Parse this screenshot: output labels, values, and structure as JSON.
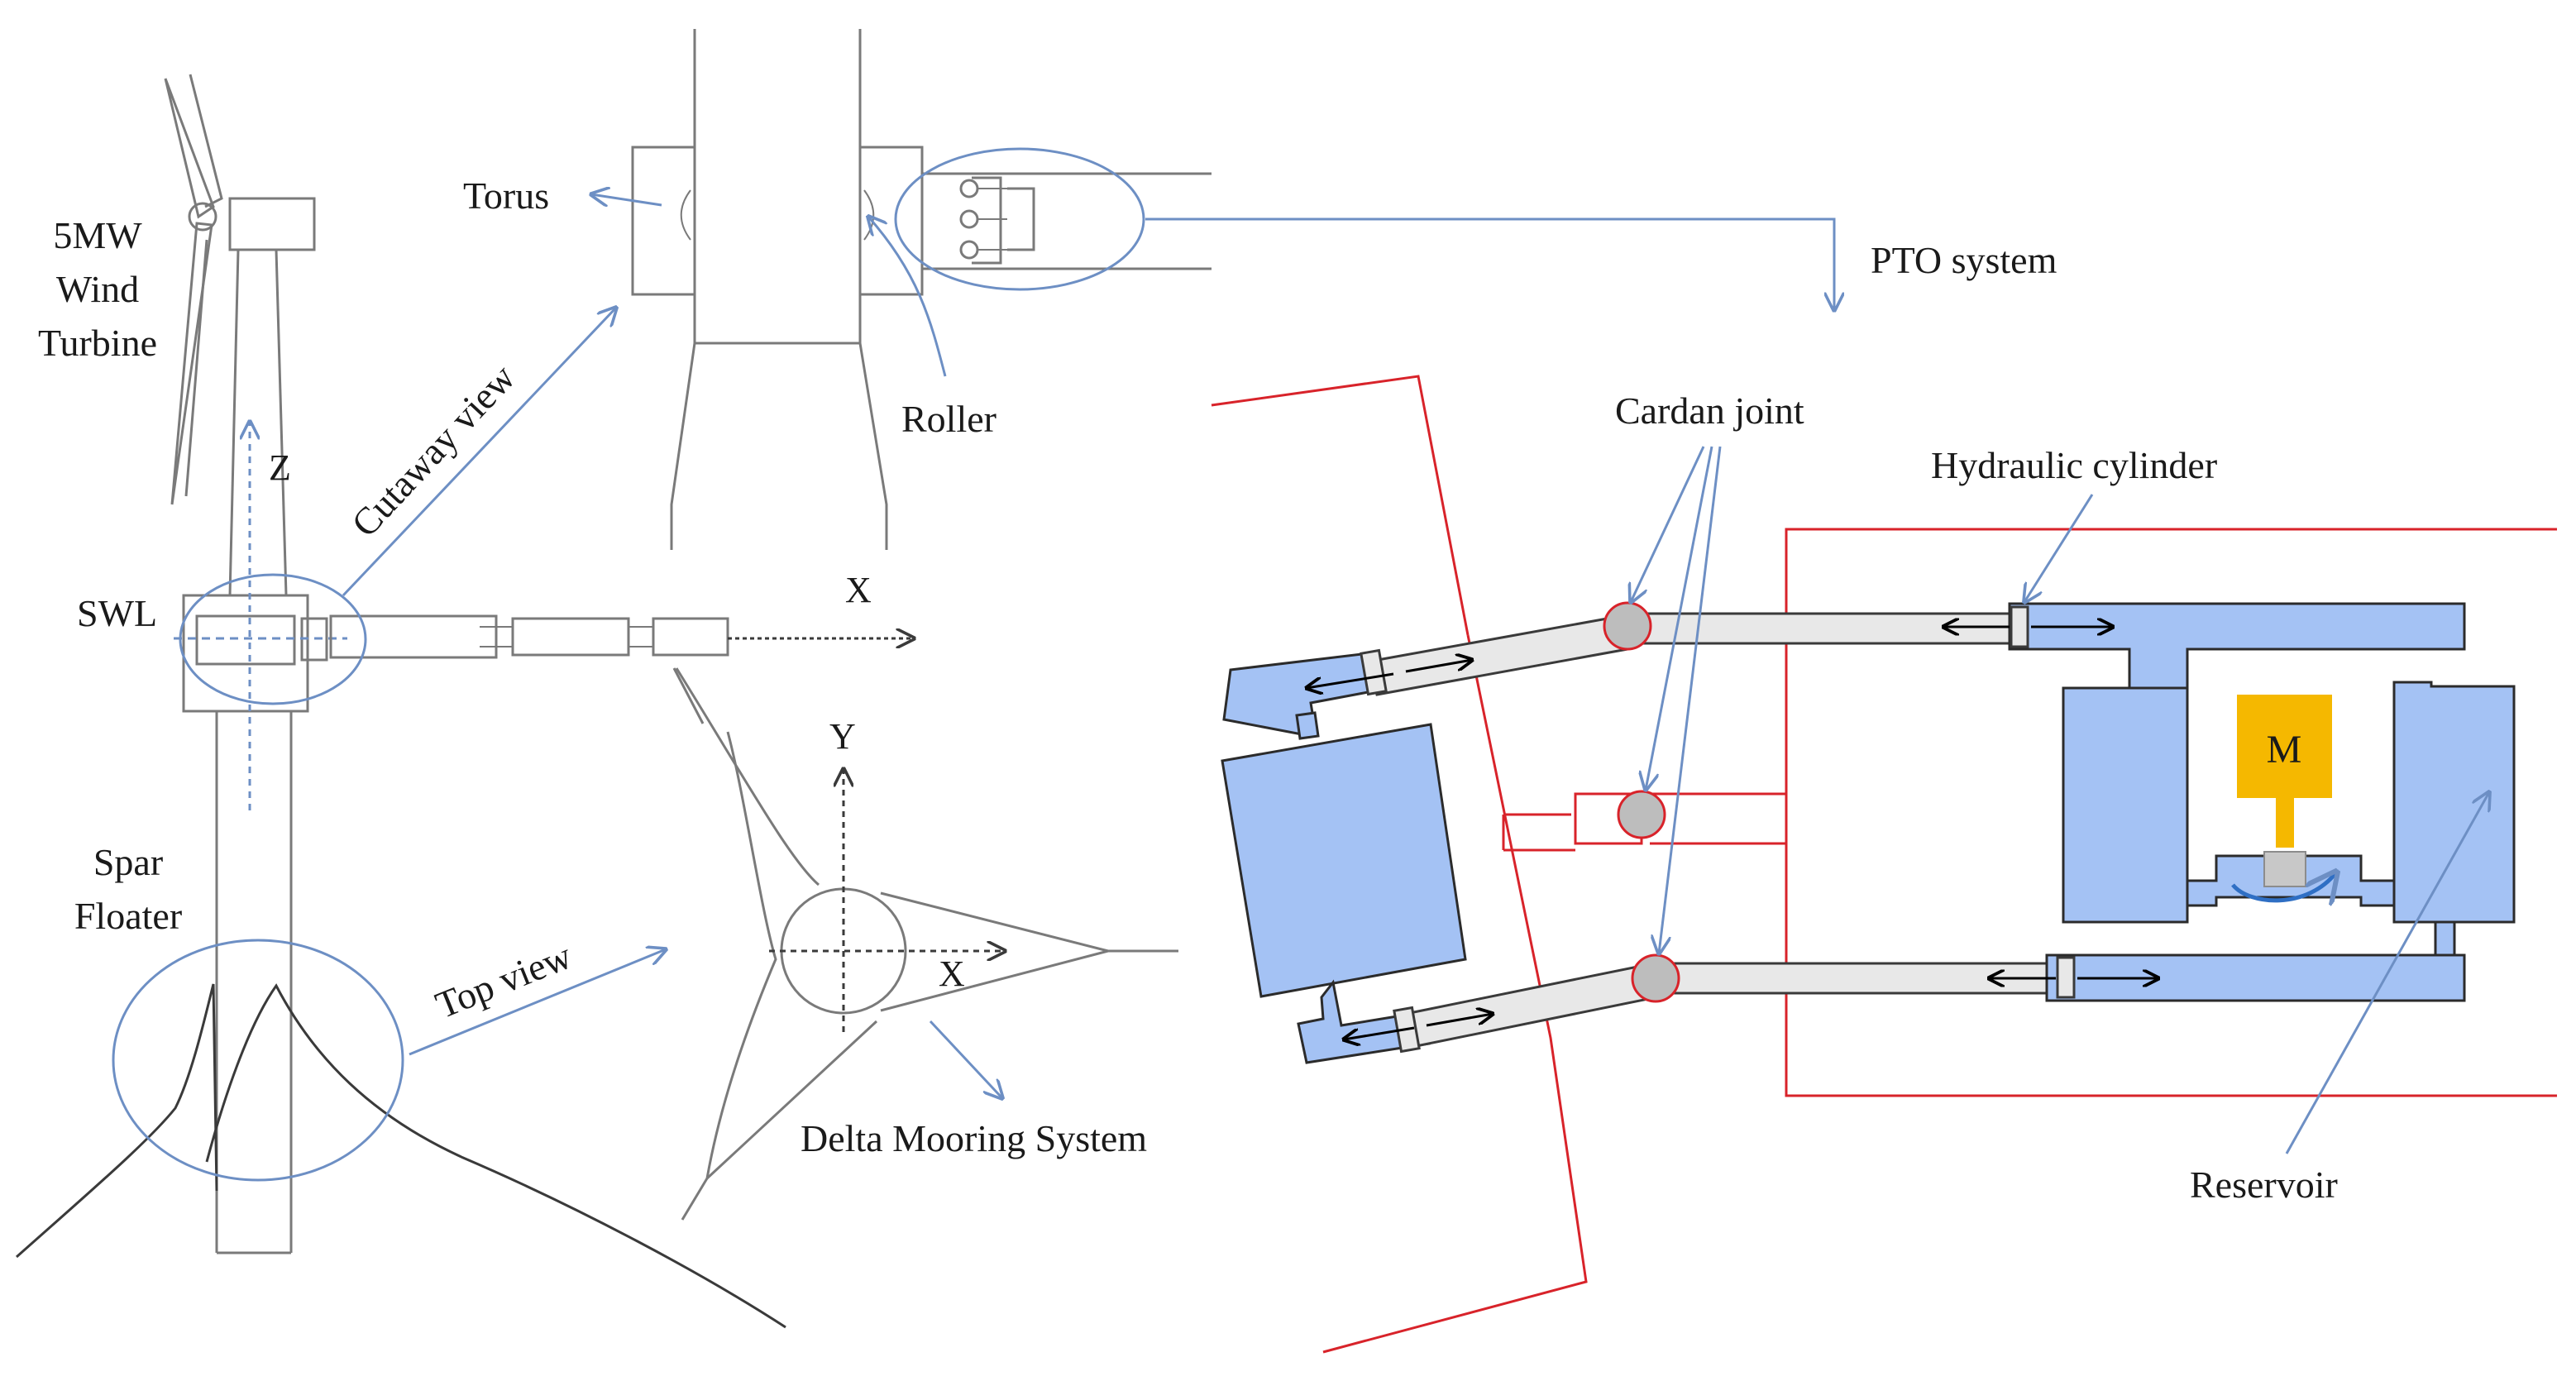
{
  "labels": {
    "turbine_line1": "5MW",
    "turbine_line2": "Wind",
    "turbine_line3": "Turbine",
    "torus": "Torus",
    "roller": "Roller",
    "cutaway_view": "Cutaway view",
    "pto_system": "PTO system",
    "z_axis": "Z",
    "x_axis_side": "X",
    "swl": "SWL",
    "spar_line1": "Spar",
    "spar_line2": "Floater",
    "top_view": "Top view",
    "y_axis": "Y",
    "x_axis_top": "X",
    "delta_mooring": "Delta Mooring System",
    "cardan_joint": "Cardan joint",
    "hydraulic_cylinder": "Hydraulic cylinder",
    "motor": "M",
    "reservoir": "Reservoir"
  },
  "colors": {
    "line_gray": "#7a7a7a",
    "line_blue": "#6d8fc4",
    "frame_red": "#d8232a",
    "fluid_blue": "#a4c2f4",
    "motor_yellow": "#f5b800",
    "joint_gray": "#bdbdbd"
  }
}
